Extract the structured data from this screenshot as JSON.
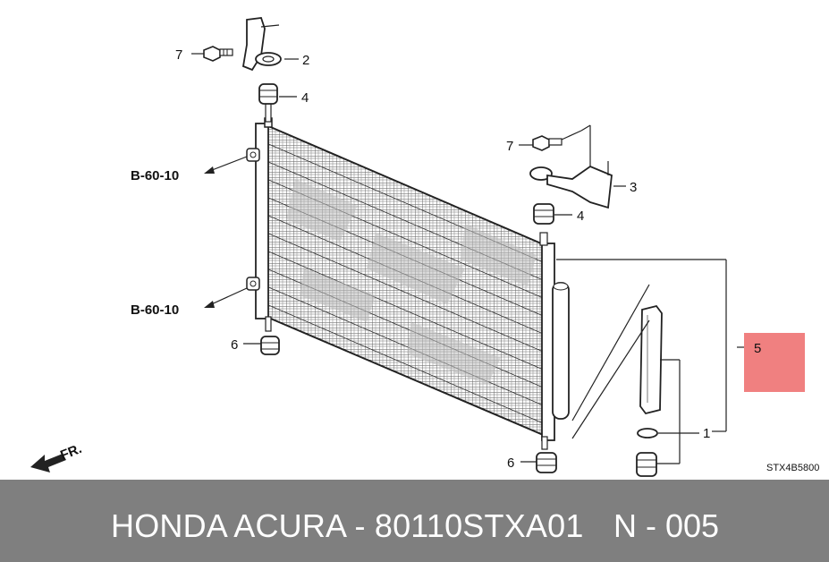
{
  "diagram": {
    "callouts": {
      "c7a": "7",
      "c2": "2",
      "c4a": "4",
      "c7b": "7",
      "c3": "3",
      "c4b": "4",
      "c5": "5",
      "c6a": "6",
      "c1": "1",
      "c6b": "6"
    },
    "ref_top": "B-60-10",
    "ref_bottom": "B-60-10",
    "front_label": "FR.",
    "diagram_code": "STX4B5800",
    "highlight_color": "#f08080"
  },
  "footer": {
    "title": "HONDA ACURA - 80110STXA01",
    "code": "N - 005"
  }
}
